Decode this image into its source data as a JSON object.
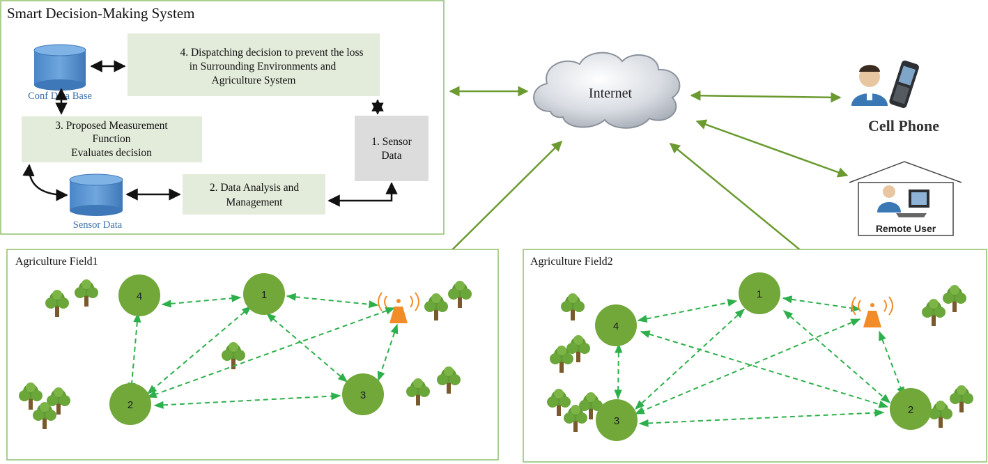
{
  "sds": {
    "title": "Smart Decision-Making System",
    "conf_db_label": "Conf Data Base",
    "sensor_db_label": "Sensor Data",
    "box_dispatch": [
      "4. Dispatching decision to prevent the loss",
      "in Surrounding  Environments and",
      "Agriculture System"
    ],
    "box_measure": [
      "3. Proposed Measurement",
      "Function",
      "Evaluates decision"
    ],
    "box_sensor": [
      "1. Sensor",
      "Data"
    ],
    "box_analysis": [
      "2. Data Analysis and",
      "Management"
    ]
  },
  "internet": {
    "label": "Internet"
  },
  "cell_phone": {
    "label": "Cell Phone"
  },
  "remote_user": {
    "label": "Remote User"
  },
  "field1": {
    "title": "Agriculture Field1",
    "nodes": [
      "4",
      "1",
      "2",
      "3"
    ]
  },
  "field2": {
    "title": "Agriculture Field2",
    "nodes": [
      "1",
      "4",
      "3",
      "2"
    ]
  },
  "colors": {
    "green_arrow": "#6a9a30",
    "dashed_link": "#2db04b",
    "node_fill": "#72a83a",
    "box_fill": "#e3ecdb",
    "tower": "#f28c28"
  }
}
